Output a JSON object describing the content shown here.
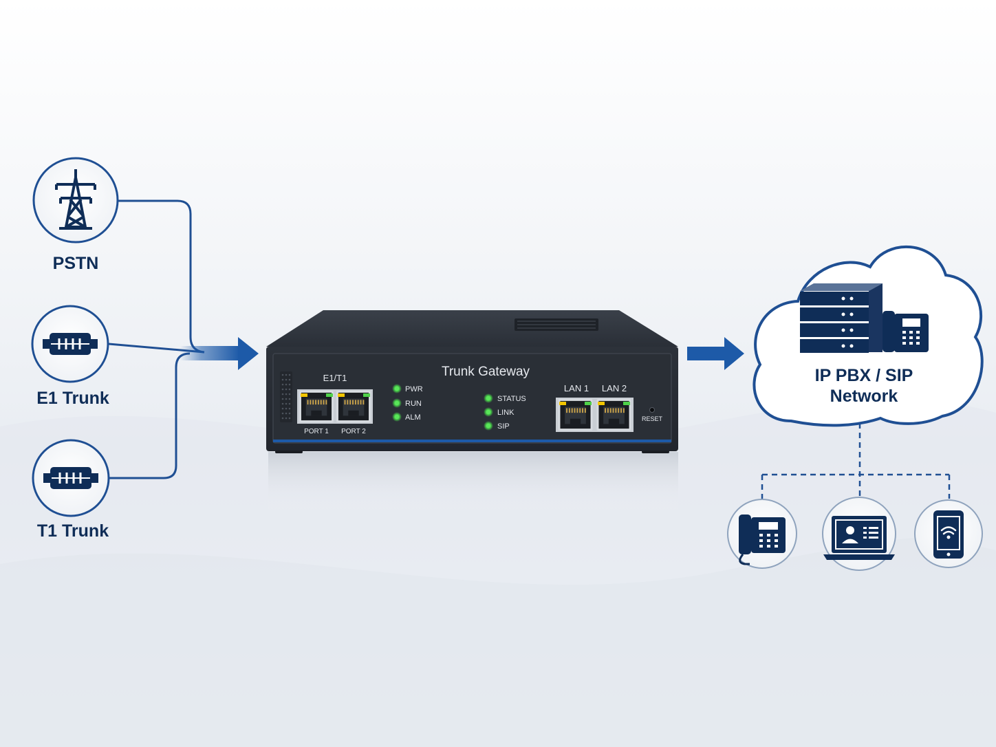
{
  "sources": [
    {
      "label": "PSTN",
      "icon": "transmission-tower-icon"
    },
    {
      "label": "E1 Trunk",
      "icon": "trunk-connector-icon"
    },
    {
      "label": "T1 Trunk",
      "icon": "trunk-connector-icon"
    }
  ],
  "device": {
    "title": "Trunk Gateway",
    "e1t1_label": "E1/T1",
    "port1": "PORT 1",
    "port2": "PORT 2",
    "leds_left": [
      "PWR",
      "RUN",
      "ALM"
    ],
    "leds_right": [
      "STATUS",
      "LINK",
      "SIP"
    ],
    "lan1": "LAN 1",
    "lan2": "LAN 2",
    "reset": "RESET"
  },
  "cloud": {
    "line1": "IP PBX / SIP",
    "line2": "Network"
  },
  "endpoints": [
    {
      "icon": "desk-phone-icon"
    },
    {
      "icon": "laptop-softphone-icon"
    },
    {
      "icon": "smartphone-icon"
    }
  ],
  "colors": {
    "navy": "#0f2d57",
    "line_blue": "#1f4f93",
    "arrow_blue": "#1d5aa8",
    "device_body": "#2b3038",
    "led_green": "#48d14a"
  }
}
